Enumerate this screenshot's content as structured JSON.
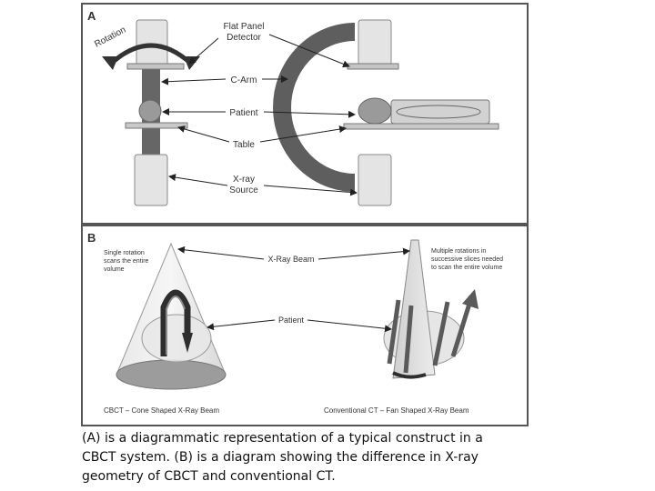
{
  "panel_a": {
    "letter": "A",
    "rotation_label": "Rotation",
    "labels": {
      "detector_line1": "Flat Panel",
      "detector_line2": "Detector",
      "c_arm": "C-Arm",
      "patient": "Patient",
      "table": "Table",
      "source_line1": "X-ray",
      "source_line2": "Source"
    }
  },
  "panel_b": {
    "letter": "B",
    "cbct_note": [
      "Single rotation",
      "scans the entire",
      "volume"
    ],
    "xray_beam": "X-Ray Beam",
    "conv_note": [
      "Multiple rotations in",
      "successive slices needed",
      "to scan the entire volume"
    ],
    "patient": "Patient",
    "cbct_caption": "CBCT – Cone Shaped X-Ray Beam",
    "ct_caption": "Conventional CT – Fan Shaped X-Ray Beam"
  },
  "caption": "(A) is a diagrammatic representation of a typical construct in a CBCT system. (B) is a diagram showing the difference in X-ray geometry of CBCT and conventional CT."
}
